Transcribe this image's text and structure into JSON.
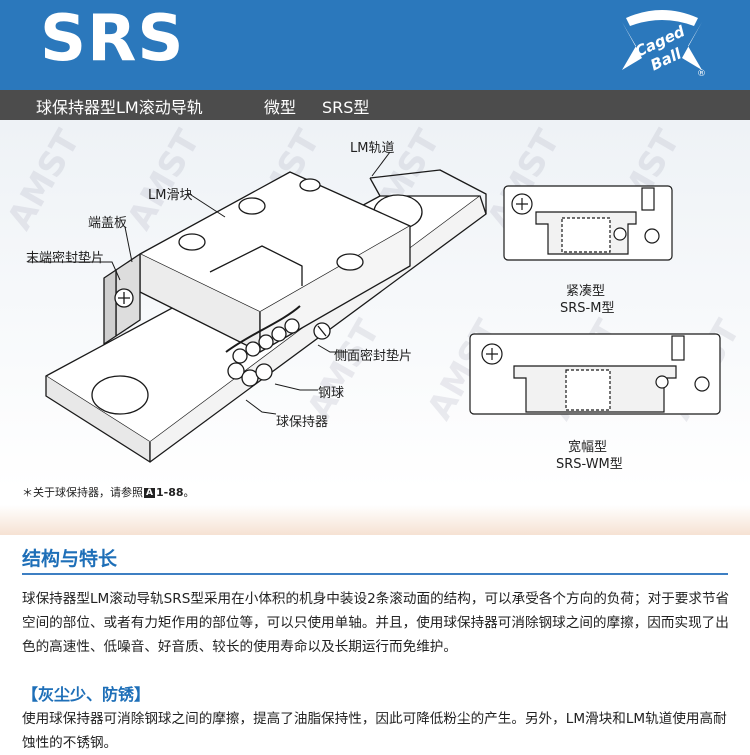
{
  "header": {
    "title": "SRS",
    "brand_line1": "Caged",
    "brand_line2": "Ball",
    "registered": "®"
  },
  "subtitle": {
    "part1": "球保持器型LM滚动导轨",
    "part2": "微型",
    "part3": "SRS型"
  },
  "diagram": {
    "labels": {
      "rail": "LM轨道",
      "block": "LM滑块",
      "end_plate": "端盖板",
      "end_seal": "末端密封垫片",
      "side_seal": "侧面密封垫片",
      "ball": "钢球",
      "cage": "球保持器"
    },
    "compact": {
      "name": "紧凑型",
      "model": "SRS-M型"
    },
    "wide": {
      "name": "宽幅型",
      "model": "SRS-WM型"
    }
  },
  "note": {
    "prefix": "＊关于球保持器，请参照",
    "ref_badge": "A",
    "ref_page": "1-88",
    "suffix": "。"
  },
  "section": {
    "title": "结构与特长",
    "paragraph": "球保持器型LM滚动导轨SRS型采用在小体积的机身中装设2条滚动面的结构，可以承受各个方向的负荷；对于要求节省空间的部位、或者有力矩作用的部位等，可以只使用单轴。并且，使用球保持器可消除钢球之间的摩擦，因而实现了出色的高速性、低噪音、好音质、较长的使用寿命以及长期运行而免维护。"
  },
  "subsection": {
    "title": "【灰尘少、防锈】",
    "paragraph": "使用球保持器可消除钢球之间的摩擦，提高了油脂保持性，因此可降低粉尘的产生。另外，LM滑块和LM轨道使用高耐蚀性的不锈钢。"
  },
  "watermark": "AMST",
  "colors": {
    "header_bg": "#2B78BC",
    "subbar_bg": "#4C4C4C",
    "accent": "#1E6FB8"
  }
}
